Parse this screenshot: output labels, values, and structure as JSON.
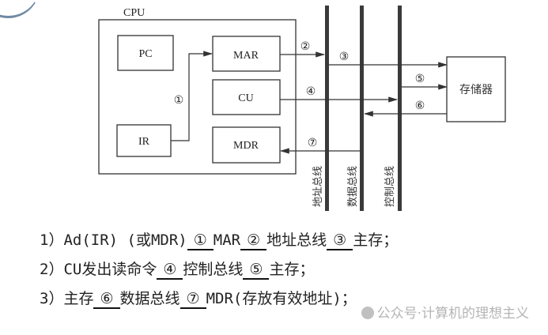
{
  "diagram": {
    "cpu_label": "CPU",
    "registers": {
      "pc": "PC",
      "ir": "IR",
      "mar": "MAR",
      "cu": "CU",
      "mdr": "MDR"
    },
    "memory": "存储器",
    "buses": {
      "address": "地址总线",
      "data": "数据总线",
      "control": "控制总线"
    },
    "step_markers": [
      "①",
      "②",
      "③",
      "④",
      "⑤",
      "⑥",
      "⑦"
    ]
  },
  "steps": [
    {
      "num": "1）",
      "parts": [
        "Ad(IR) (或MDR)",
        "①",
        "MAR",
        "②",
        "地址总线",
        "③",
        "主存；"
      ]
    },
    {
      "num": "2）",
      "parts": [
        "CU发出读命令",
        "④",
        "控制总线",
        "⑤",
        "主存；"
      ]
    },
    {
      "num": "3）",
      "parts": [
        "主存",
        "⑥",
        "数据总线",
        "⑦",
        "MDR(存放有效地址)；"
      ]
    }
  ],
  "watermark": "公众号·计算机的理想主义"
}
